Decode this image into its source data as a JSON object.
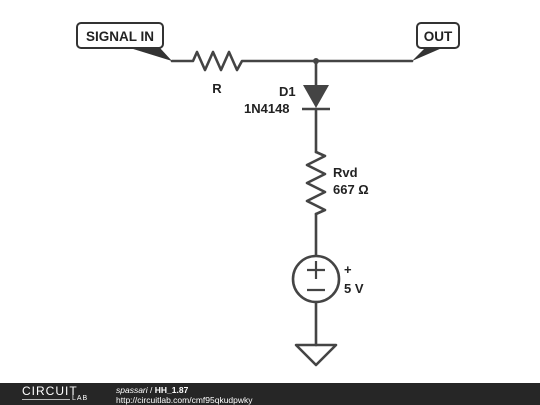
{
  "ports": {
    "input": "SIGNAL IN",
    "output": "OUT"
  },
  "resistor_r": {
    "name": "R"
  },
  "diode": {
    "name": "D1",
    "part": "1N4148"
  },
  "resistor_rvd": {
    "name": "Rvd",
    "value": "667 Ω"
  },
  "source": {
    "polarity": "+",
    "value": "5 V"
  },
  "footer": {
    "logo_main": "CIRCUIT",
    "logo_sub": "LAB",
    "author": "spassari",
    "separator": " / ",
    "circuit_name": "HH_1.87",
    "url": "http://circuitlab.com/cmf95qkudpwky"
  },
  "colors": {
    "wire": "#444444",
    "footer_bg": "#262626",
    "text": "#222222"
  }
}
